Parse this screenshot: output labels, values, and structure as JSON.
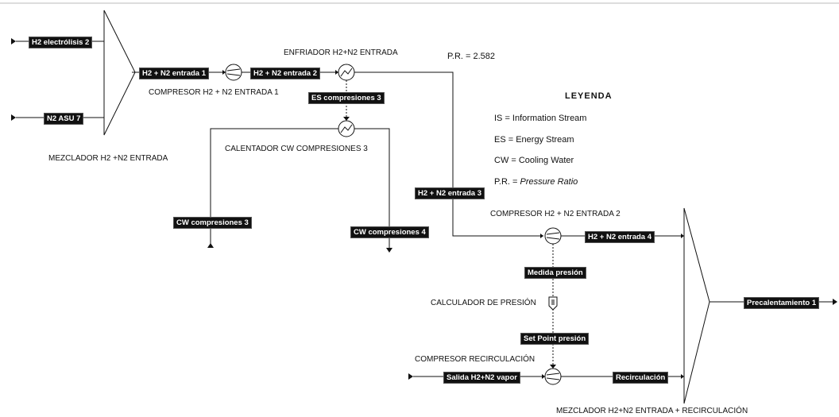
{
  "streams": {
    "h2_electrolisis": "H2 electrólisis 2",
    "n2_asu": "N2 ASU 7",
    "h2n2_entrada_1": "H2 + N2 entrada 1",
    "h2n2_entrada_2": "H2 + N2 entrada 2",
    "es_compresiones": "ES compresiones 3",
    "cw_compresiones_3": "CW compresiones 3",
    "cw_compresiones_4": "CW compresiones 4",
    "h2n2_entrada_3": "H2 + N2 entrada 3",
    "h2n2_entrada_4": "H2 + N2 entrada 4",
    "medida_presion": "Medida presión",
    "set_point_presion": "Set Point presión",
    "salida_vapor": "Salida H2+N2 vapor",
    "recirculacion": "Recirculación",
    "precalentamiento": "Precalentamiento 1"
  },
  "units": {
    "mezclador_entrada": "MEZCLADOR H2 +N2 ENTRADA",
    "compresor_entrada_1": "COMPRESOR H2 + N2 ENTRADA 1",
    "enfriador": "ENFRIADOR H2+N2 ENTRADA",
    "calentador_cw": "CALENTADOR CW COMPRESIONES 3",
    "compresor_entrada_2": "COMPRESOR H2 + N2 ENTRADA 2",
    "calculador_presion": "CALCULADOR DE PRESIÓN",
    "compresor_recirculacion": "COMPRESOR RECIRCULACIÓN",
    "mezclador_recirculacion": "MEZCLADOR H2+N2 ENTRADA + RECIRCULACIÓN"
  },
  "pressure_ratio": "P.R. = 2.582",
  "legend": {
    "title": "LEYENDA",
    "items": [
      {
        "text": "IS = Information Stream",
        "italic": false
      },
      {
        "text": "ES = Energy Stream",
        "italic": false
      },
      {
        "text": "CW = Cooling Water",
        "italic": false
      },
      {
        "text": "P.R. = ",
        "italic": false,
        "italic_part": "Pressure Ratio"
      }
    ]
  },
  "colors": {
    "line": "#111111",
    "tag_bg": "#111111",
    "tag_fg": "#ffffff"
  }
}
